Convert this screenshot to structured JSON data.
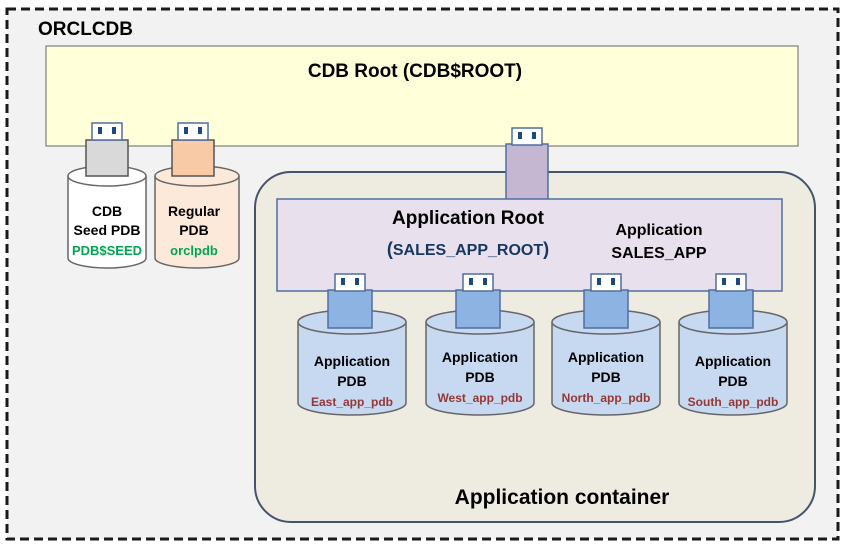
{
  "cdb": {
    "name": "ORCLCDB",
    "root_label": "CDB Root (CDB$ROOT)"
  },
  "seed_pdb": {
    "line1": "CDB",
    "line2": "Seed PDB",
    "name": "PDB$SEED"
  },
  "regular_pdb": {
    "line1": "Regular",
    "line2": "PDB",
    "name": "orclpdb"
  },
  "app_container": {
    "label": "Application container",
    "root_title": "Application Root",
    "root_paren_open": "(",
    "root_name": "SALES_APP_ROOT",
    "root_paren_close": ")",
    "app_line1": "Application",
    "app_line2": "SALES_APP"
  },
  "app_pdbs": [
    {
      "line1": "Application",
      "line2": "PDB",
      "name": "East_app_pdb"
    },
    {
      "line1": "Application",
      "line2": "PDB",
      "name": "West_app_pdb"
    },
    {
      "line1": "Application",
      "line2": "PDB",
      "name": "North_app_pdb"
    },
    {
      "line1": "Application",
      "line2": "PDB",
      "name": "South_app_pdb"
    }
  ],
  "colors": {
    "border": "#1a1a1a",
    "cdb_fill": "#f2f2f2",
    "root_fill": "#ffffd9",
    "container_fill": "#eeece1",
    "container_stroke": "#44546a",
    "app_root_fill": "#e8e0ec",
    "seed_plug": "#d9d9d9",
    "regular_plug": "#f8cba6",
    "regular_cyl": "#fde9d9",
    "app_plug": "#8db3e2",
    "app_cyl": "#c6d9f1",
    "connector": "#c5b6d2",
    "seed_name": "#00a651",
    "regular_name": "#00a651",
    "app_pdb_name": "#953735",
    "app_root_name": "#17375e"
  },
  "icons": [
    "plug-connector-icon",
    "database-cylinder-icon"
  ]
}
